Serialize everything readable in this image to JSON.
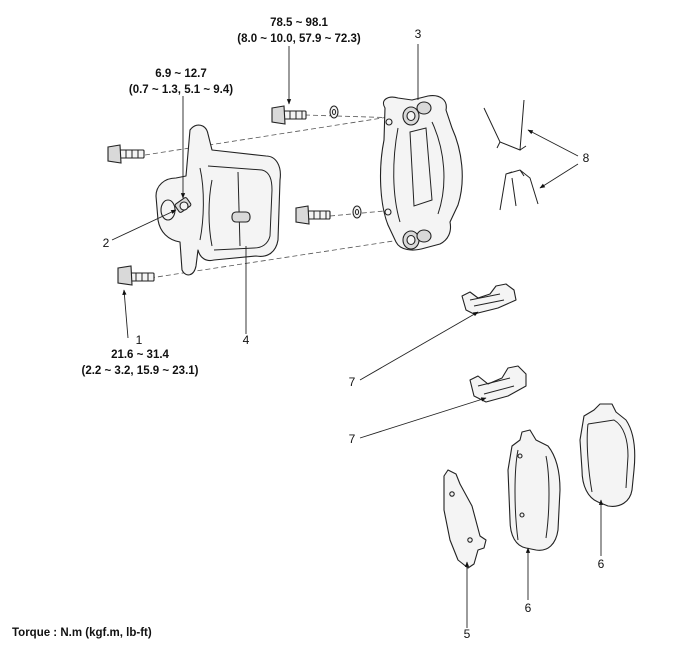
{
  "torque_specs": {
    "bolt_1": {
      "nm": "21.6 ~ 31.4",
      "alt": "(2.2 ~ 3.2, 15.9 ~ 23.1)"
    },
    "bleeder": {
      "nm": "6.9 ~ 12.7",
      "alt": "(0.7 ~ 1.3, 5.1 ~ 9.4)"
    },
    "carrier_bolt": {
      "nm": "78.5 ~ 98.1",
      "alt": "(8.0 ~ 10.0, 57.9 ~ 72.3)"
    }
  },
  "callouts": {
    "c1": "1",
    "c2": "2",
    "c3": "3",
    "c4": "4",
    "c5": "5",
    "c6a": "6",
    "c6b": "6",
    "c7a": "7",
    "c7b": "7",
    "c8": "8"
  },
  "footer": {
    "torque_unit": "Torque : N.m (kgf.m, lb-ft)"
  }
}
